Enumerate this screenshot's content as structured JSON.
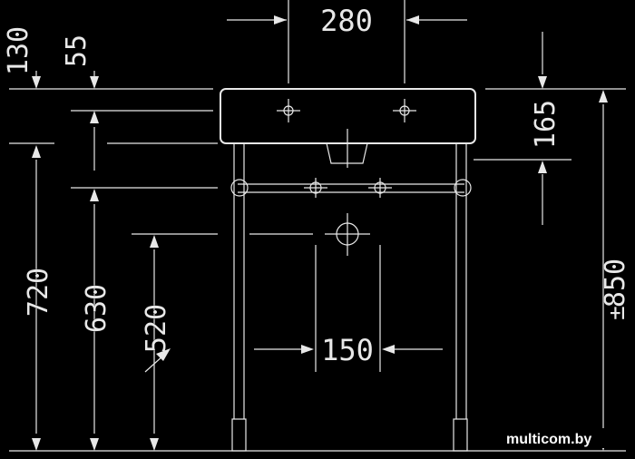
{
  "dimensions": {
    "top_width": "280",
    "left_height_1": "130",
    "left_height_2": "55",
    "right_height": "165",
    "height_720": "720",
    "height_630": "630",
    "height_520": "520",
    "width_150": "150",
    "height_850": "850"
  },
  "watermark": {
    "text": "multicom.by"
  },
  "colors": {
    "background": "#000000",
    "line": "#e8e8e8"
  },
  "icons": {
    "arrow": "arrow-icon",
    "crosshair": "crosshair-icon"
  }
}
